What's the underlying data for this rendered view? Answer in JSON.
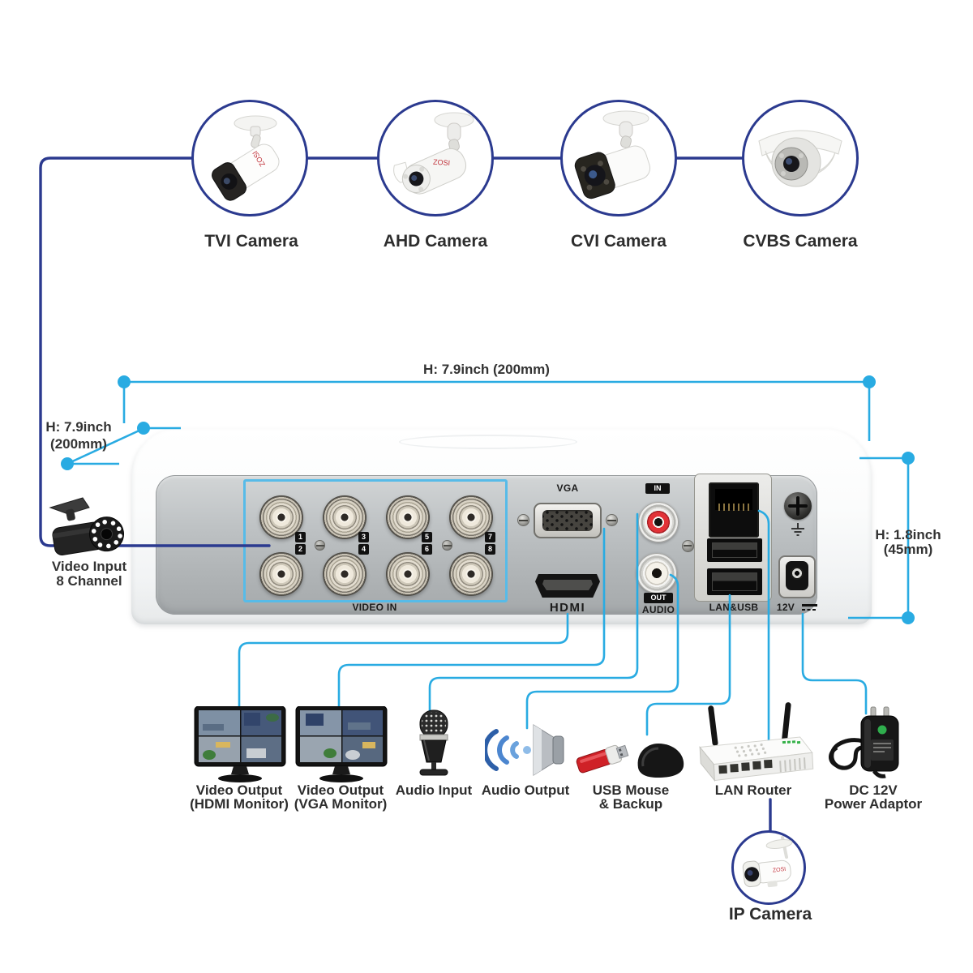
{
  "colors": {
    "camera_line": "#2b3a8f",
    "dimension_line": "#29abe2",
    "bnc_highlight": "#57bbe8",
    "label_text": "#2d2d2d",
    "port_label_text": "#1c1c1c"
  },
  "cameras": [
    {
      "label": "TVI Camera",
      "type": "bullet"
    },
    {
      "label": "AHD Camera",
      "type": "bullet"
    },
    {
      "label": "CVI Camera",
      "type": "bullet"
    },
    {
      "label": "CVBS Camera",
      "type": "dome"
    }
  ],
  "dimensions": {
    "width_top": "H: 7.9inch (200mm)",
    "depth_line1": "H: 7.9inch",
    "depth_line2": "(200mm)",
    "height_line1": "H: 1.8inch",
    "height_line2": "(45mm)"
  },
  "video_input": {
    "line1": "Video Input",
    "line2": "8 Channel"
  },
  "rear_panel": {
    "video_in": "VIDEO IN",
    "vga": "VGA",
    "audio_in": "IN",
    "audio_out": "OUT",
    "audio": "AUDIO",
    "hdmi": "HDMI",
    "lan_usb": "LAN&USB",
    "power": "12V",
    "bnc_numbers": [
      "1",
      "2",
      "3",
      "4",
      "5",
      "6",
      "7",
      "8"
    ]
  },
  "outputs": {
    "hdmi_monitor": {
      "line1": "Video Output",
      "line2": "(HDMI Monitor)"
    },
    "vga_monitor": {
      "line1": "Video Output",
      "line2": "(VGA Monitor)"
    },
    "audio_input": {
      "line1": "Audio Input"
    },
    "audio_output": {
      "line1": "Audio Output"
    },
    "usb": {
      "line1": "USB Mouse",
      "line2": "& Backup"
    },
    "lan": {
      "line1": "LAN Router"
    },
    "power": {
      "line1": "DC 12V",
      "line2": "Power Adaptor"
    }
  },
  "ip_camera": {
    "label": "IP Camera"
  }
}
